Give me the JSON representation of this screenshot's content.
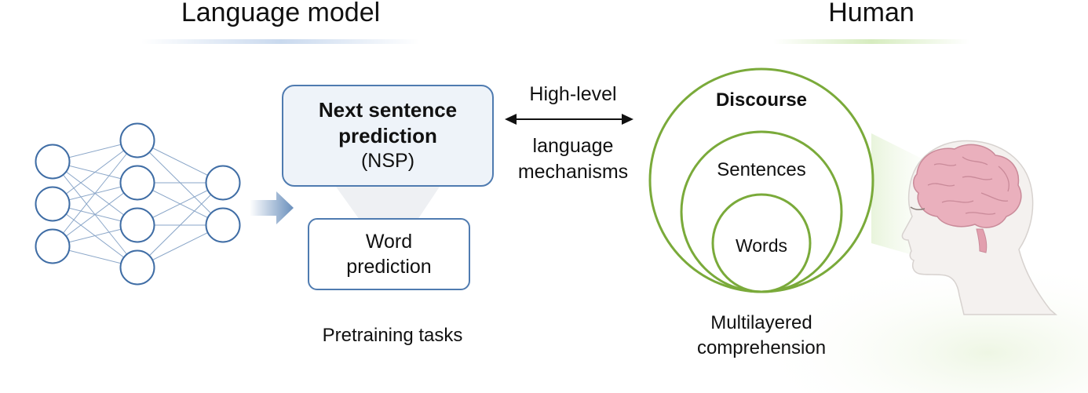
{
  "headings": {
    "left": "Language model",
    "right": "Human"
  },
  "nsp_box": {
    "line1": "Next sentence",
    "line2": "prediction",
    "line3": "(NSP)"
  },
  "word_box": {
    "line1": "Word",
    "line2": "prediction"
  },
  "pretraining_caption": "Pretraining tasks",
  "link_label": {
    "top": "High-level",
    "bottom_line1": "language",
    "bottom_line2": "mechanisms"
  },
  "circles": {
    "outer": "Discourse",
    "middle": "Sentences",
    "inner": "Words"
  },
  "human_caption": {
    "line1": "Multilayered",
    "line2": "comprehension"
  },
  "neural_net_layers": [
    3,
    4,
    2
  ],
  "colors": {
    "blue": "#4f7bb0",
    "green": "#7aaa3a",
    "node": "#3f6da5",
    "brain": "#e9a9b6"
  }
}
